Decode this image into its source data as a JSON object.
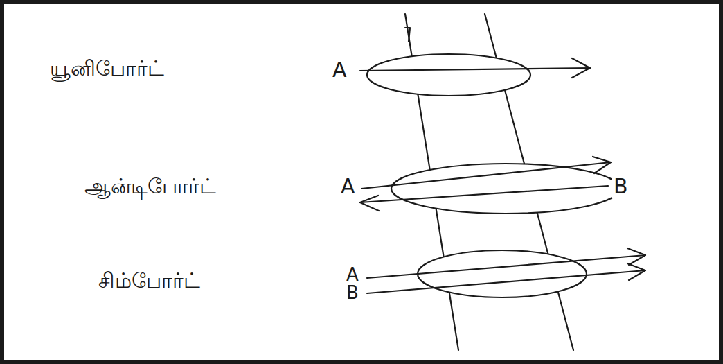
{
  "diagram": {
    "labels": [
      "யூனிபோர்ட்",
      "A",
      "ஆன்டிபோர்ட்",
      "A",
      "B",
      "சிம்போர்ட்",
      "A",
      "B"
    ]
  }
}
